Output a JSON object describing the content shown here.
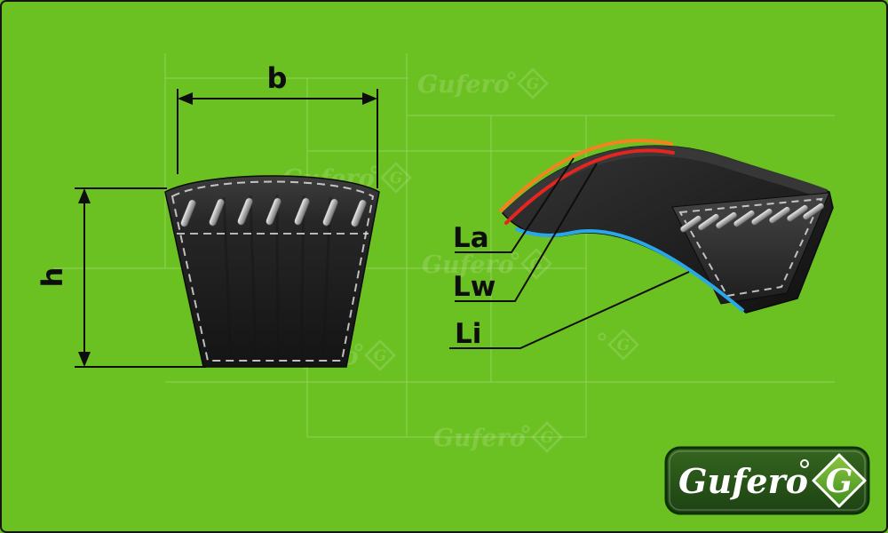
{
  "colors": {
    "background": "#6cc122",
    "border": "#151515",
    "belt": "#262626",
    "la_line": "#f5821f",
    "lw_line": "#e52620",
    "li_line": "#2aa7e8",
    "logo_bg": "#2b5a1e",
    "logo_emblem": "#63ad2e"
  },
  "dimension_labels": {
    "b": "b",
    "h": "h"
  },
  "length_labels": {
    "la": "La",
    "lw": "Lw",
    "li": "Li"
  },
  "watermark": {
    "brand": "Gufero",
    "monogram": "G"
  },
  "logo": {
    "brand": "Gufero",
    "monogram": "G"
  }
}
